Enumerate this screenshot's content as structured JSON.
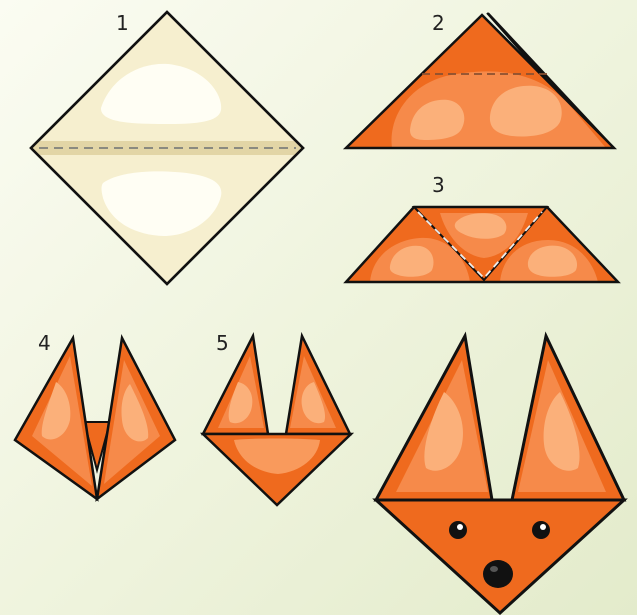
{
  "steps": [
    {
      "number": "1"
    },
    {
      "number": "2"
    },
    {
      "number": "3"
    },
    {
      "number": "4"
    },
    {
      "number": "5"
    }
  ],
  "colors": {
    "background": "#eef3dc",
    "paper_back": "#f6efcf",
    "paper_band": "#e2d5a6",
    "fox_orange": "#ef6a1e",
    "fox_light": "#f99a5c",
    "fox_highlight": "#fbb888",
    "outline": "#111111",
    "fold_line": "#888888"
  }
}
